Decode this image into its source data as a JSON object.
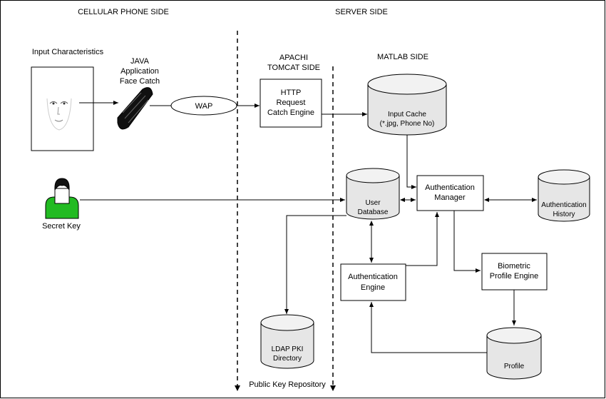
{
  "sections": {
    "cellular": "CELLULAR PHONE SIDE",
    "server": "SERVER SIDE",
    "apachi": [
      "APACHI",
      "TOMCAT SIDE"
    ],
    "matlab": "MATLAB SIDE"
  },
  "labels": {
    "input_characteristics": "Input Characteristics",
    "java": [
      "JAVA",
      "Application",
      "Face Catch"
    ],
    "wap": "WAP",
    "http": [
      "HTTP",
      "Request",
      "Catch Engine"
    ],
    "input_cache": [
      "Input Cache",
      "(*.jpg, Phone No)"
    ],
    "user_db": [
      "User",
      "Database"
    ],
    "auth_manager": [
      "Authentication",
      "Manager"
    ],
    "auth_history": [
      "Authentication",
      "History"
    ],
    "secret_key": "Secret Key",
    "auth_engine": [
      "Authentication",
      "Engine"
    ],
    "biometric": [
      "Biometric",
      "Profile Engine"
    ],
    "ldap": [
      "LDAP PKI",
      "Directory"
    ],
    "profile": "Profile",
    "public_key_repo": "Public Key Repository"
  },
  "colors": {
    "person": "#22bb22",
    "line": "#000000"
  },
  "icons": [
    "face-image-icon",
    "cell-phone-icon",
    "person-icon"
  ]
}
